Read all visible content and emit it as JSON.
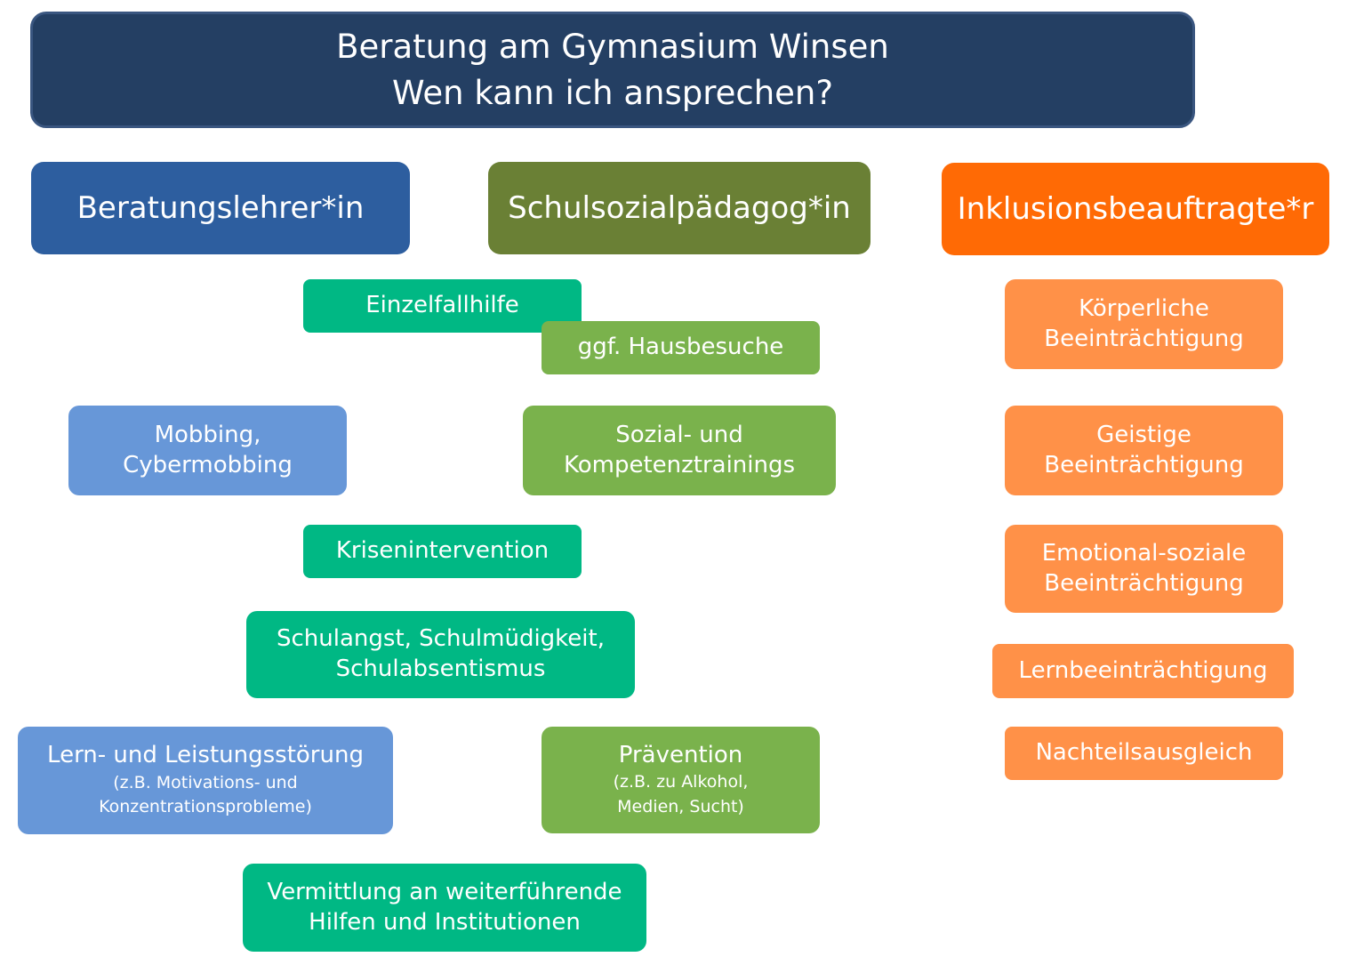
{
  "title": {
    "line1": "Beratung am Gymnasium Winsen",
    "line2": "Wen kann ich ansprechen?"
  },
  "roles": {
    "beratungslehrer": "Beratungslehrer*in",
    "schulsozial": "Schulsozialpädagog*in",
    "inklusion": "Inklusionsbeauftragte*r"
  },
  "items": {
    "einzelfallhilfe": "Einzelfallhilfe",
    "hausbesuche": "ggf. Hausbesuche",
    "mobbing": {
      "line1": "Mobbing,",
      "line2": "Cybermobbing"
    },
    "sozial": {
      "line1": "Sozial- und",
      "line2": "Kompetenztrainings"
    },
    "krisenintervention": "Krisenintervention",
    "schulangst": {
      "line1": "Schulangst, Schulmüdigkeit,",
      "line2": "Schulabsentismus"
    },
    "lern": {
      "line1": "Lern- und Leistungsstörung",
      "sub1": "(z.B. Motivations- und",
      "sub2": "Konzentrationsprobleme)"
    },
    "praevention": {
      "line1": "Prävention",
      "sub1": "(z.B. zu Alkohol,",
      "sub2": "Medien, Sucht)"
    },
    "vermittlung": {
      "line1": "Vermittlung an weiterführende",
      "line2": "Hilfen und Institutionen"
    }
  },
  "inklusion_items": {
    "koerperlich": {
      "line1": "Körperliche",
      "line2": "Beeinträchtigung"
    },
    "geistig": {
      "line1": "Geistige",
      "line2": "Beeinträchtigung"
    },
    "emotional": {
      "line1": "Emotional-soziale",
      "line2": "Beeinträchtigung"
    },
    "lernbeeintraechtigung": "Lernbeeinträchtigung",
    "nachteilsausgleich": "Nachteilsausgleich"
  },
  "colors": {
    "title_bg": "#243f63",
    "beratungslehrer": "#2d5e9f",
    "schulsozial": "#6a8035",
    "inklusion": "#ff6a05",
    "shared": "#00b884",
    "schulsozial_light": "#7ab24c",
    "beratungslehrer_light": "#6797d8",
    "inklusion_light": "#ff9148"
  }
}
